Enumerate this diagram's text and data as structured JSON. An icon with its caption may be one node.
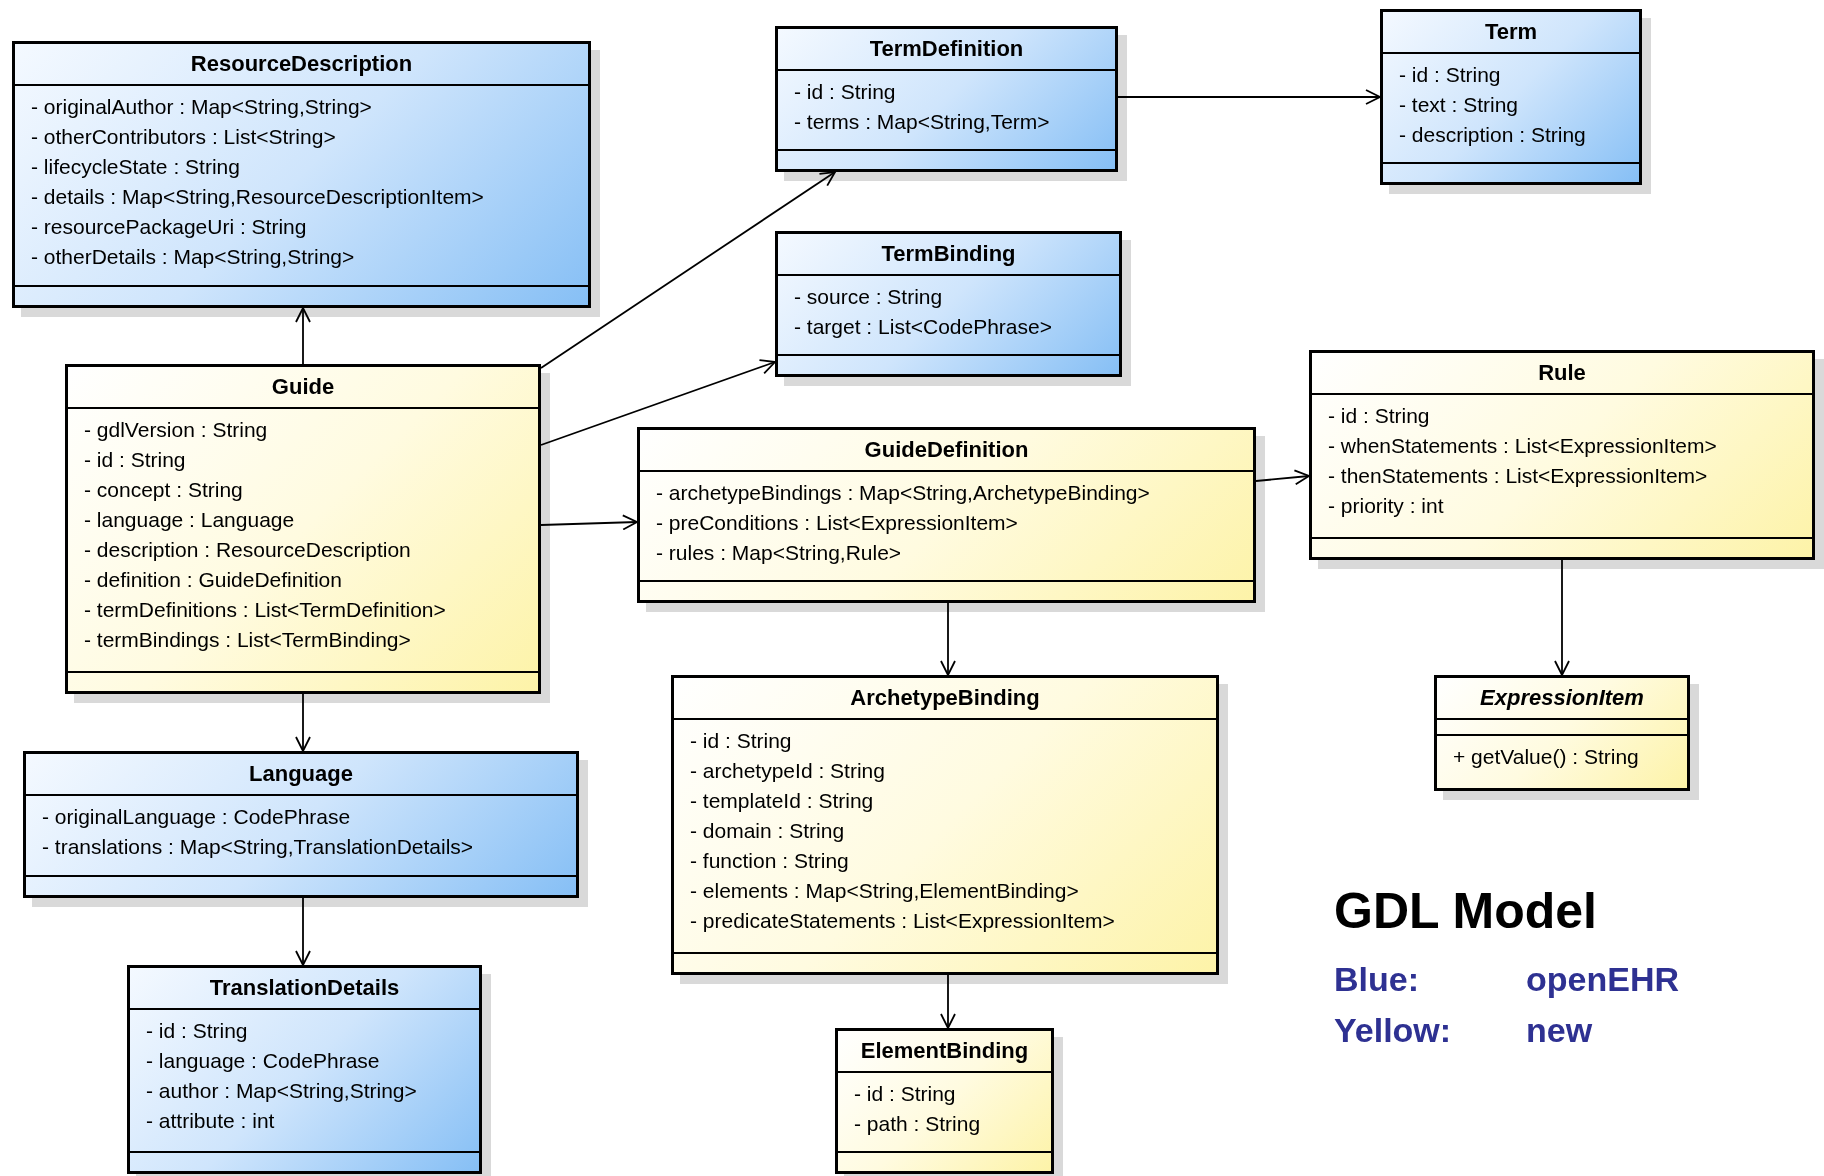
{
  "diagram": {
    "title": "GDL Model",
    "nodes": [
      {
        "text": [
          "ResourceDescription",
          "- originalAuthor : Map<String,String>",
          "- otherContributors : List<String>",
          "- lifecycleState : String",
          "- details : Map<String,ResourceDescriptionItem>",
          "- resourcePackageUri : String",
          "- otherDetails : Map<String,String>"
        ]
      },
      {
        "text": [
          "TermDefinition",
          "- id : String",
          "- terms : Map<String,Term>"
        ]
      },
      {
        "text": [
          "Term",
          "- id : String",
          "- text : String",
          "- description : String"
        ]
      },
      {
        "text": [
          "TermBinding",
          "- source : String",
          "- target : List<CodePhrase>"
        ]
      },
      {
        "text": [
          "Guide",
          "- gdlVersion : String",
          "- id : String",
          "- concept : String",
          "- language : Language",
          "- description : ResourceDescription",
          "- definition : GuideDefinition",
          "- termDefinitions : List<TermDefinition>",
          "- termBindings : List<TermBinding>"
        ]
      },
      {
        "text": [
          "GuideDefinition",
          "- archetypeBindings : Map<String,ArchetypeBinding>",
          "- preConditions : List<ExpressionItem>",
          "- rules : Map<String,Rule>"
        ]
      },
      {
        "text": [
          "Rule",
          "- id : String",
          "- whenStatements : List<ExpressionItem>",
          "- thenStatements : List<ExpressionItem>",
          "- priority : int"
        ]
      },
      {
        "text": [
          "ArchetypeBinding",
          "- id : String",
          "- archetypeId : String",
          "- templateId : String",
          "- domain : String",
          "- function : String",
          "- elements : Map<String,ElementBinding>",
          "- predicateStatements : List<ExpressionItem>"
        ]
      },
      {
        "text": [
          "ExpressionItem",
          "+ getValue() : String"
        ]
      },
      {
        "text": [
          "Language",
          "- originalLanguage : CodePhrase",
          "- translations : Map<String,TranslationDetails>"
        ]
      },
      {
        "text": [
          "TranslationDetails",
          "- id : String",
          "- language : CodePhrase",
          "- author : Map<String,String>",
          "- attribute : int"
        ]
      },
      {
        "text": [
          "ElementBinding",
          "- id : String",
          "- path : String"
        ]
      }
    ],
    "edges": [
      {
        "from": 4,
        "to": 0,
        "arrow": "to"
      },
      {
        "from": 4,
        "to": 1,
        "arrow": "to"
      },
      {
        "from": 4,
        "to": 3,
        "arrow": "to"
      },
      {
        "from": 4,
        "to": 5,
        "arrow": "to"
      },
      {
        "from": 4,
        "to": 9,
        "arrow": "to"
      },
      {
        "from": 1,
        "to": 2,
        "arrow": "to"
      },
      {
        "from": 5,
        "to": 6,
        "arrow": "to"
      },
      {
        "from": 5,
        "to": 7,
        "arrow": "to"
      },
      {
        "from": 6,
        "to": 8,
        "arrow": "to"
      },
      {
        "from": 7,
        "to": 11,
        "arrow": "to"
      },
      {
        "from": 9,
        "to": 10,
        "arrow": "to"
      }
    ],
    "labels": [
      "Blue:",
      "openEHR",
      "Yellow:",
      "new"
    ]
  }
}
